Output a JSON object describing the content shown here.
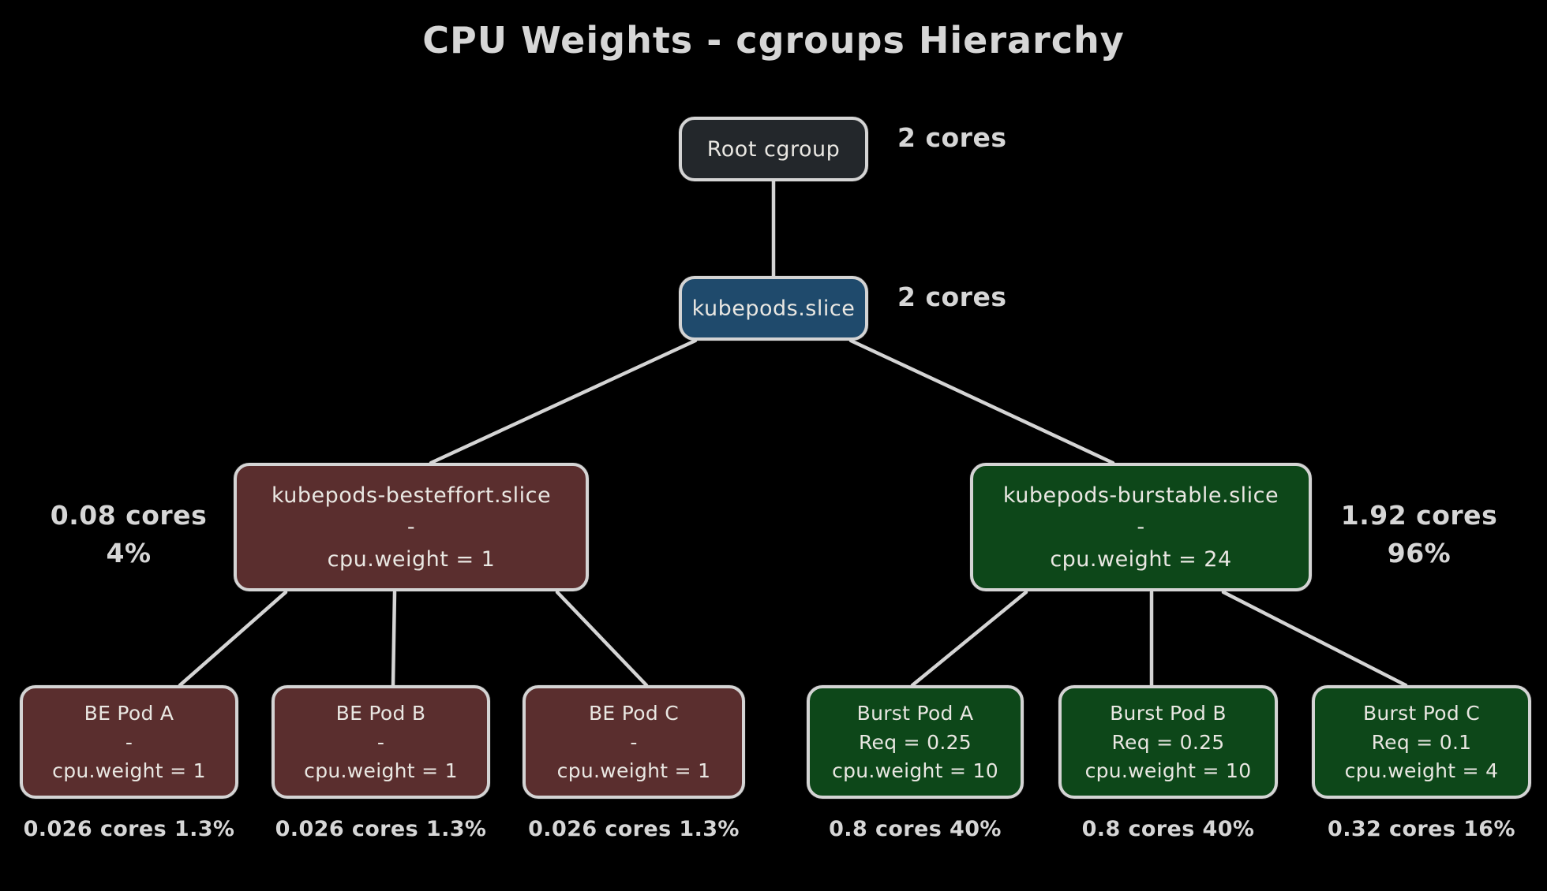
{
  "title": "CPU Weights - cgroups Hierarchy",
  "colors": {
    "background": "#000000",
    "line": "#d4d4d4",
    "text": "#d6d6d6",
    "node_text": "#e9e7e2",
    "root_fill": "#23272b",
    "kubepods_fill": "#1f4a6c",
    "besteffort_fill": "#5a2e2e",
    "burstable_fill": "#0d4719"
  },
  "nodes": {
    "root": {
      "label": "Root cgroup",
      "annotation": "2 cores"
    },
    "kubepods": {
      "label": "kubepods.slice",
      "annotation": "2 cores"
    },
    "besteffort": {
      "line1": "kubepods-besteffort.slice",
      "line2": "-",
      "line3": "cpu.weight = 1",
      "annotation_line1": "0.08 cores",
      "annotation_line2": "4%"
    },
    "burstable": {
      "line1": "kubepods-burstable.slice",
      "line2": "-",
      "line3": "cpu.weight = 24",
      "annotation_line1": "1.92 cores",
      "annotation_line2": "96%"
    },
    "be_pods": [
      {
        "line1": "BE Pod A",
        "line2": "-",
        "line3": "cpu.weight = 1",
        "stat1": "0.026 cores",
        "stat2": "1.3%"
      },
      {
        "line1": "BE Pod B",
        "line2": "-",
        "line3": "cpu.weight = 1",
        "stat1": "0.026 cores",
        "stat2": "1.3%"
      },
      {
        "line1": "BE Pod C",
        "line2": "-",
        "line3": "cpu.weight = 1",
        "stat1": "0.026 cores",
        "stat2": "1.3%"
      }
    ],
    "burst_pods": [
      {
        "line1": "Burst Pod A",
        "line2": "Req = 0.25",
        "line3": "cpu.weight = 10",
        "stat1": "0.8 cores",
        "stat2": "40%"
      },
      {
        "line1": "Burst Pod B",
        "line2": "Req = 0.25",
        "line3": "cpu.weight = 10",
        "stat1": "0.8 cores",
        "stat2": "40%"
      },
      {
        "line1": "Burst Pod C",
        "line2": "Req = 0.1",
        "line3": "cpu.weight = 4",
        "stat1": "0.32 cores",
        "stat2": "16%"
      }
    ]
  }
}
